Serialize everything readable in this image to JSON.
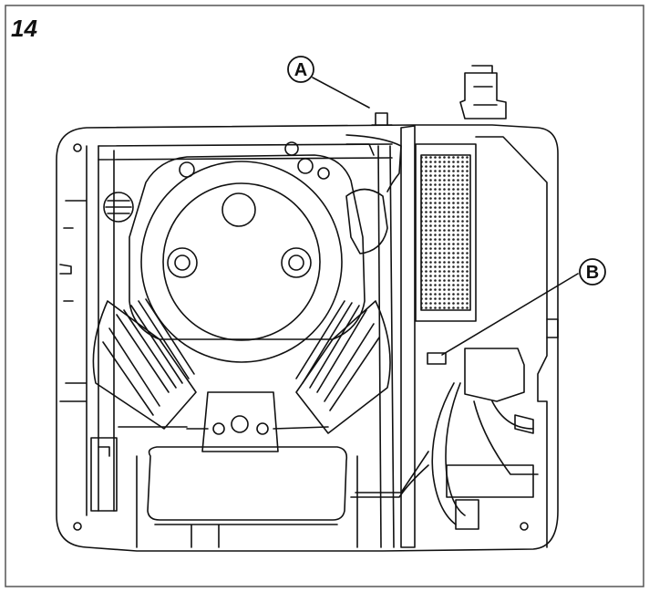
{
  "figure": {
    "number": "14",
    "callouts": [
      {
        "letter": "A"
      },
      {
        "letter": "B"
      }
    ]
  },
  "colors": {
    "ink": "#111111",
    "paper": "#ffffff",
    "frame": "#555555"
  }
}
